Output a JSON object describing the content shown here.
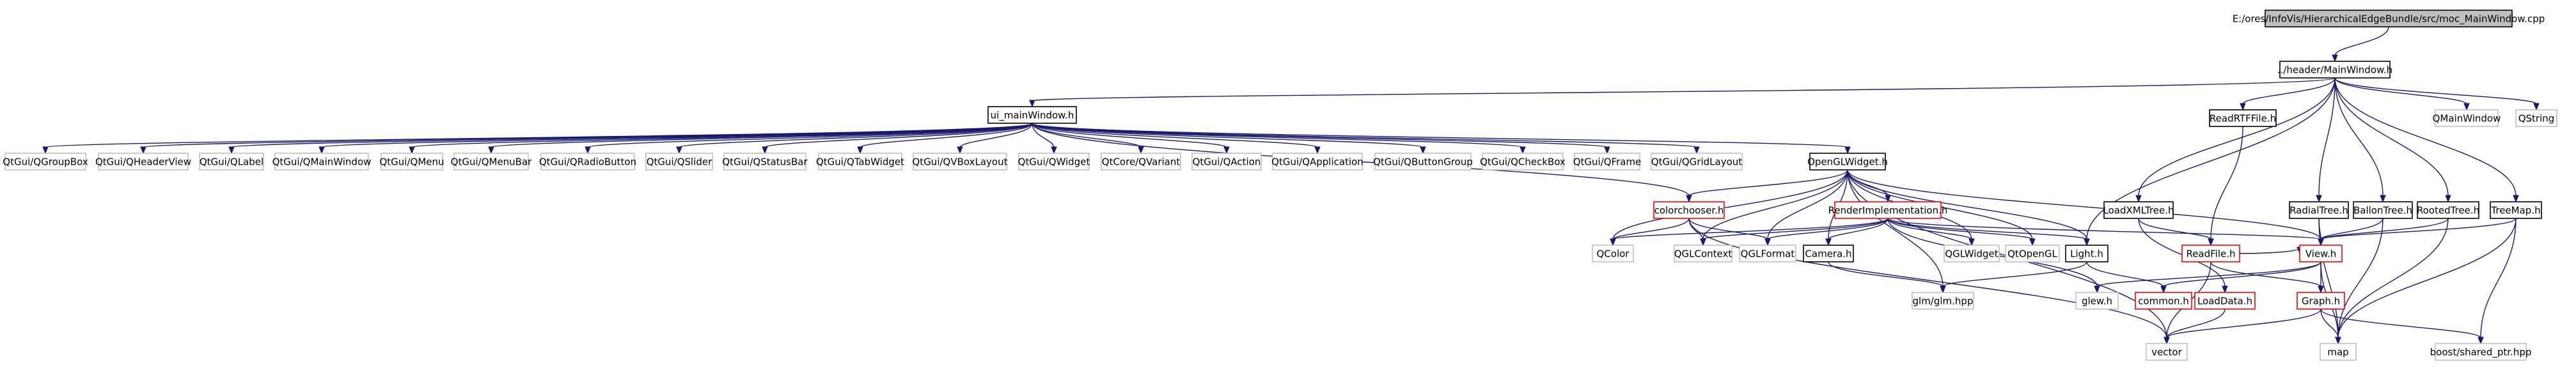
{
  "diagram": {
    "type": "include-dependency-graph",
    "nodes": [
      {
        "id": "root",
        "label": "E:/ores/InfoVis/HierarchicalEdgeBundle/src/moc_MainWindow.cpp",
        "style": "root"
      },
      {
        "id": "mainwindow_h",
        "label": "../header/MainWindow.h",
        "style": "normal"
      },
      {
        "id": "ui_mainwindow_h",
        "label": "ui_mainWindow.h",
        "style": "normal"
      },
      {
        "id": "readrtffile_h",
        "label": "ReadRTFFile.h",
        "style": "normal"
      },
      {
        "id": "qmainwindow",
        "label": "QMainWindow",
        "style": "external"
      },
      {
        "id": "qstring",
        "label": "QString",
        "style": "external"
      },
      {
        "id": "qtgui_qgroupbox",
        "label": "QtGui/QGroupBox",
        "style": "external"
      },
      {
        "id": "qtgui_qheaderview",
        "label": "QtGui/QHeaderView",
        "style": "external"
      },
      {
        "id": "qtgui_qlabel",
        "label": "QtGui/QLabel",
        "style": "external"
      },
      {
        "id": "qtgui_qmainwindow",
        "label": "QtGui/QMainWindow",
        "style": "external"
      },
      {
        "id": "qtgui_qmenu",
        "label": "QtGui/QMenu",
        "style": "external"
      },
      {
        "id": "qtgui_qmenubar",
        "label": "QtGui/QMenuBar",
        "style": "external"
      },
      {
        "id": "qtgui_qradiobutton",
        "label": "QtGui/QRadioButton",
        "style": "external"
      },
      {
        "id": "qtgui_qslider",
        "label": "QtGui/QSlider",
        "style": "external"
      },
      {
        "id": "qtgui_qstatusbar",
        "label": "QtGui/QStatusBar",
        "style": "external"
      },
      {
        "id": "qtgui_qtabwidget",
        "label": "QtGui/QTabWidget",
        "style": "external"
      },
      {
        "id": "qtgui_qvboxlayout",
        "label": "QtGui/QVBoxLayout",
        "style": "external"
      },
      {
        "id": "qtgui_qwidget",
        "label": "QtGui/QWidget",
        "style": "external"
      },
      {
        "id": "qtcore_qvariant",
        "label": "QtCore/QVariant",
        "style": "external"
      },
      {
        "id": "qtgui_qaction",
        "label": "QtGui/QAction",
        "style": "external"
      },
      {
        "id": "qtgui_qapplication",
        "label": "QtGui/QApplication",
        "style": "external"
      },
      {
        "id": "qtgui_qbuttongroup",
        "label": "QtGui/QButtonGroup",
        "style": "external"
      },
      {
        "id": "qtgui_qcheckbox",
        "label": "QtGui/QCheckBox",
        "style": "external"
      },
      {
        "id": "qtgui_qframe",
        "label": "QtGui/QFrame",
        "style": "external"
      },
      {
        "id": "qtgui_qgridlayout",
        "label": "QtGui/QGridLayout",
        "style": "external"
      },
      {
        "id": "openglwidget_h",
        "label": "OpenGLWidget.h",
        "style": "normal"
      },
      {
        "id": "loadxmltree_h",
        "label": "LoadXMLTree.h",
        "style": "normal"
      },
      {
        "id": "radialtree_h",
        "label": "RadialTree.h",
        "style": "normal"
      },
      {
        "id": "ballontree_h",
        "label": "BallonTree.h",
        "style": "normal"
      },
      {
        "id": "rootedtree_h",
        "label": "RootedTree.h",
        "style": "normal"
      },
      {
        "id": "treemap_h",
        "label": "TreeMap.h",
        "style": "normal"
      },
      {
        "id": "colorchooser_h",
        "label": "colorchooser.h",
        "style": "red"
      },
      {
        "id": "renderimplementation_h",
        "label": "RenderImplementation.h",
        "style": "red"
      },
      {
        "id": "qcolor",
        "label": "QColor",
        "style": "external"
      },
      {
        "id": "qglcontext",
        "label": "QGLContext",
        "style": "external"
      },
      {
        "id": "qglformat",
        "label": "QGLFormat",
        "style": "external"
      },
      {
        "id": "camera_h",
        "label": "Camera.h",
        "style": "normal"
      },
      {
        "id": "qglwidget",
        "label": "QGLWidget",
        "style": "external"
      },
      {
        "id": "qtopengl",
        "label": "QtOpenGL",
        "style": "external"
      },
      {
        "id": "light_h",
        "label": "Light.h",
        "style": "normal"
      },
      {
        "id": "readfile_h",
        "label": "ReadFile.h",
        "style": "red"
      },
      {
        "id": "view_h",
        "label": "View.h",
        "style": "red"
      },
      {
        "id": "glm_glm_hpp",
        "label": "glm/glm.hpp",
        "style": "external"
      },
      {
        "id": "glew_h",
        "label": "glew.h",
        "style": "external"
      },
      {
        "id": "common_h",
        "label": "common.h",
        "style": "red"
      },
      {
        "id": "loaddata_h",
        "label": "LoadData.h",
        "style": "red"
      },
      {
        "id": "graph_h",
        "label": "Graph.h",
        "style": "red"
      },
      {
        "id": "vector",
        "label": "vector",
        "style": "external"
      },
      {
        "id": "map",
        "label": "map",
        "style": "external"
      },
      {
        "id": "boost_shared_ptr_hpp",
        "label": "boost/shared_ptr.hpp",
        "style": "external"
      }
    ],
    "edges": [
      [
        "root",
        "mainwindow_h"
      ],
      [
        "mainwindow_h",
        "ui_mainwindow_h"
      ],
      [
        "mainwindow_h",
        "readrtffile_h"
      ],
      [
        "mainwindow_h",
        "qmainwindow"
      ],
      [
        "mainwindow_h",
        "qstring"
      ],
      [
        "mainwindow_h",
        "loadxmltree_h"
      ],
      [
        "mainwindow_h",
        "radialtree_h"
      ],
      [
        "mainwindow_h",
        "ballontree_h"
      ],
      [
        "mainwindow_h",
        "rootedtree_h"
      ],
      [
        "mainwindow_h",
        "treemap_h"
      ],
      [
        "mainwindow_h",
        "light_h"
      ],
      [
        "ui_mainwindow_h",
        "qtgui_qgroupbox"
      ],
      [
        "ui_mainwindow_h",
        "qtgui_qheaderview"
      ],
      [
        "ui_mainwindow_h",
        "qtgui_qlabel"
      ],
      [
        "ui_mainwindow_h",
        "qtgui_qmainwindow"
      ],
      [
        "ui_mainwindow_h",
        "qtgui_qmenu"
      ],
      [
        "ui_mainwindow_h",
        "qtgui_qmenubar"
      ],
      [
        "ui_mainwindow_h",
        "qtgui_qradiobutton"
      ],
      [
        "ui_mainwindow_h",
        "qtgui_qslider"
      ],
      [
        "ui_mainwindow_h",
        "qtgui_qstatusbar"
      ],
      [
        "ui_mainwindow_h",
        "qtgui_qtabwidget"
      ],
      [
        "ui_mainwindow_h",
        "qtgui_qvboxlayout"
      ],
      [
        "ui_mainwindow_h",
        "qtgui_qwidget"
      ],
      [
        "ui_mainwindow_h",
        "qtcore_qvariant"
      ],
      [
        "ui_mainwindow_h",
        "qtgui_qaction"
      ],
      [
        "ui_mainwindow_h",
        "qtgui_qapplication"
      ],
      [
        "ui_mainwindow_h",
        "qtgui_qbuttongroup"
      ],
      [
        "ui_mainwindow_h",
        "qtgui_qcheckbox"
      ],
      [
        "ui_mainwindow_h",
        "qtgui_qframe"
      ],
      [
        "ui_mainwindow_h",
        "qtgui_qgridlayout"
      ],
      [
        "ui_mainwindow_h",
        "openglwidget_h"
      ],
      [
        "ui_mainwindow_h",
        "colorchooser_h"
      ],
      [
        "readrtffile_h",
        "readfile_h"
      ],
      [
        "openglwidget_h",
        "colorchooser_h"
      ],
      [
        "openglwidget_h",
        "renderimplementation_h"
      ],
      [
        "openglwidget_h",
        "qcolor"
      ],
      [
        "openglwidget_h",
        "qglcontext"
      ],
      [
        "openglwidget_h",
        "qglformat"
      ],
      [
        "openglwidget_h",
        "camera_h"
      ],
      [
        "openglwidget_h",
        "qglwidget"
      ],
      [
        "openglwidget_h",
        "qtopengl"
      ],
      [
        "openglwidget_h",
        "light_h"
      ],
      [
        "openglwidget_h",
        "view_h"
      ],
      [
        "openglwidget_h",
        "glm_glm_hpp"
      ],
      [
        "openglwidget_h",
        "vector"
      ],
      [
        "colorchooser_h",
        "qcolor"
      ],
      [
        "colorchooser_h",
        "qglcontext"
      ],
      [
        "colorchooser_h",
        "qglformat"
      ],
      [
        "colorchooser_h",
        "vector"
      ],
      [
        "renderimplementation_h",
        "qcolor"
      ],
      [
        "renderimplementation_h",
        "qglcontext"
      ],
      [
        "renderimplementation_h",
        "qglformat"
      ],
      [
        "renderimplementation_h",
        "camera_h"
      ],
      [
        "renderimplementation_h",
        "qglwidget"
      ],
      [
        "renderimplementation_h",
        "qtopengl"
      ],
      [
        "renderimplementation_h",
        "light_h"
      ],
      [
        "renderimplementation_h",
        "view_h"
      ],
      [
        "renderimplementation_h",
        "glew_h"
      ],
      [
        "camera_h",
        "glm_glm_hpp"
      ],
      [
        "light_h",
        "glm_glm_hpp"
      ],
      [
        "light_h",
        "common_h"
      ],
      [
        "loadxmltree_h",
        "readfile_h"
      ],
      [
        "loadxmltree_h",
        "loaddata_h"
      ],
      [
        "readfile_h",
        "view_h"
      ],
      [
        "readfile_h",
        "graph_h"
      ],
      [
        "readfile_h",
        "vector"
      ],
      [
        "radialtree_h",
        "view_h"
      ],
      [
        "radialtree_h",
        "map"
      ],
      [
        "ballontree_h",
        "view_h"
      ],
      [
        "ballontree_h",
        "map"
      ],
      [
        "rootedtree_h",
        "view_h"
      ],
      [
        "rootedtree_h",
        "map"
      ],
      [
        "treemap_h",
        "view_h"
      ],
      [
        "treemap_h",
        "map"
      ],
      [
        "treemap_h",
        "boost_shared_ptr_hpp"
      ],
      [
        "view_h",
        "graph_h"
      ],
      [
        "view_h",
        "common_h"
      ],
      [
        "view_h",
        "glew_h"
      ],
      [
        "view_h",
        "map"
      ],
      [
        "loaddata_h",
        "vector"
      ],
      [
        "graph_h",
        "vector"
      ],
      [
        "graph_h",
        "map"
      ],
      [
        "graph_h",
        "boost_shared_ptr_hpp"
      ]
    ],
    "colors": {
      "edge": "#191970",
      "normal_border": "#000000",
      "red_border": "#ff0000",
      "external_border": "#bfbfbf",
      "root_fill": "#bfbfbf",
      "fill": "#ffffff"
    }
  }
}
